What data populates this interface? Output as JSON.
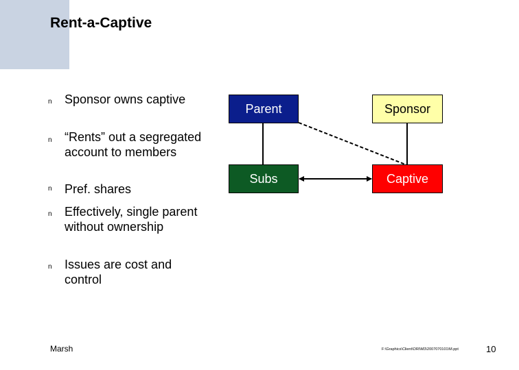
{
  "title": "Rent-a-Captive",
  "bullet_glyph": "n",
  "bullets": [
    "Sponsor owns captive",
    "“Rents” out a segregated account to members",
    "Pref. shares",
    "Effectively, single parent without ownership",
    "Issues are cost and control"
  ],
  "diagram": {
    "nodes": {
      "parent": "Parent",
      "sponsor": "Sponsor",
      "subs": "Subs",
      "captive": "Captive"
    },
    "colors": {
      "parent": "#0b1e8c",
      "sponsor": "#ffffa8",
      "subs": "#0d5a24",
      "captive": "#ff0000",
      "corner_accent": "#c9d3e2"
    }
  },
  "footer": {
    "left": "Marsh",
    "path": "F:\\Graphics\\Client\\ORI\\M3\\2007070101\\M.ppt",
    "page": "10"
  }
}
